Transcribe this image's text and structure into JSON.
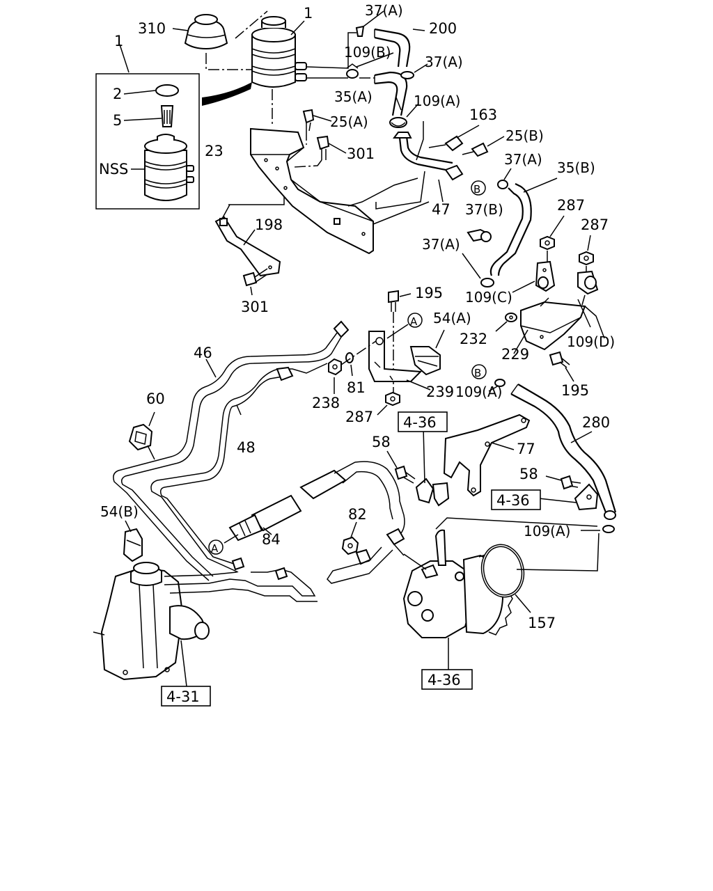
{
  "labels": {
    "l310": "310",
    "l1a": "1",
    "l1b": "1",
    "l2": "2",
    "l5": "5",
    "lNSS": "NSS",
    "l37A_1": "37(A)",
    "l200": "200",
    "l109B": "109(B)",
    "l37A_2": "37(A)",
    "l35A": "35(A)",
    "l109A_1": "109(A)",
    "l25A": "25(A)",
    "l163": "163",
    "l25B": "25(B)",
    "l23": "23",
    "l301_1": "301",
    "l37A_3": "37(A)",
    "l35B": "35(B)",
    "l47": "47",
    "l37B": "37(B)",
    "l287_1": "287",
    "l287_2": "287",
    "l198": "198",
    "l37A_4": "37(A)",
    "l109C": "109(C)",
    "l301_2": "301",
    "l195_1": "195",
    "l54A": "54(A)",
    "l232": "232",
    "l109D": "109(D)",
    "l229": "229",
    "l46": "46",
    "l195_2": "195",
    "l60": "60",
    "l238": "238",
    "l81": "81",
    "l239": "239",
    "l109A_2": "109(A)",
    "l287_3": "287",
    "l280": "280",
    "l48": "48",
    "l58_1": "58",
    "l77": "77",
    "l58_2": "58",
    "l54B": "54(B)",
    "l82": "82",
    "l109A_3": "109(A)",
    "l84": "84",
    "l157": "157"
  },
  "refs": {
    "r436a": "4-36",
    "r436b": "4-36",
    "r436c": "4-36",
    "r431": "4-31"
  },
  "markers": {
    "A": "A",
    "B": "B"
  }
}
